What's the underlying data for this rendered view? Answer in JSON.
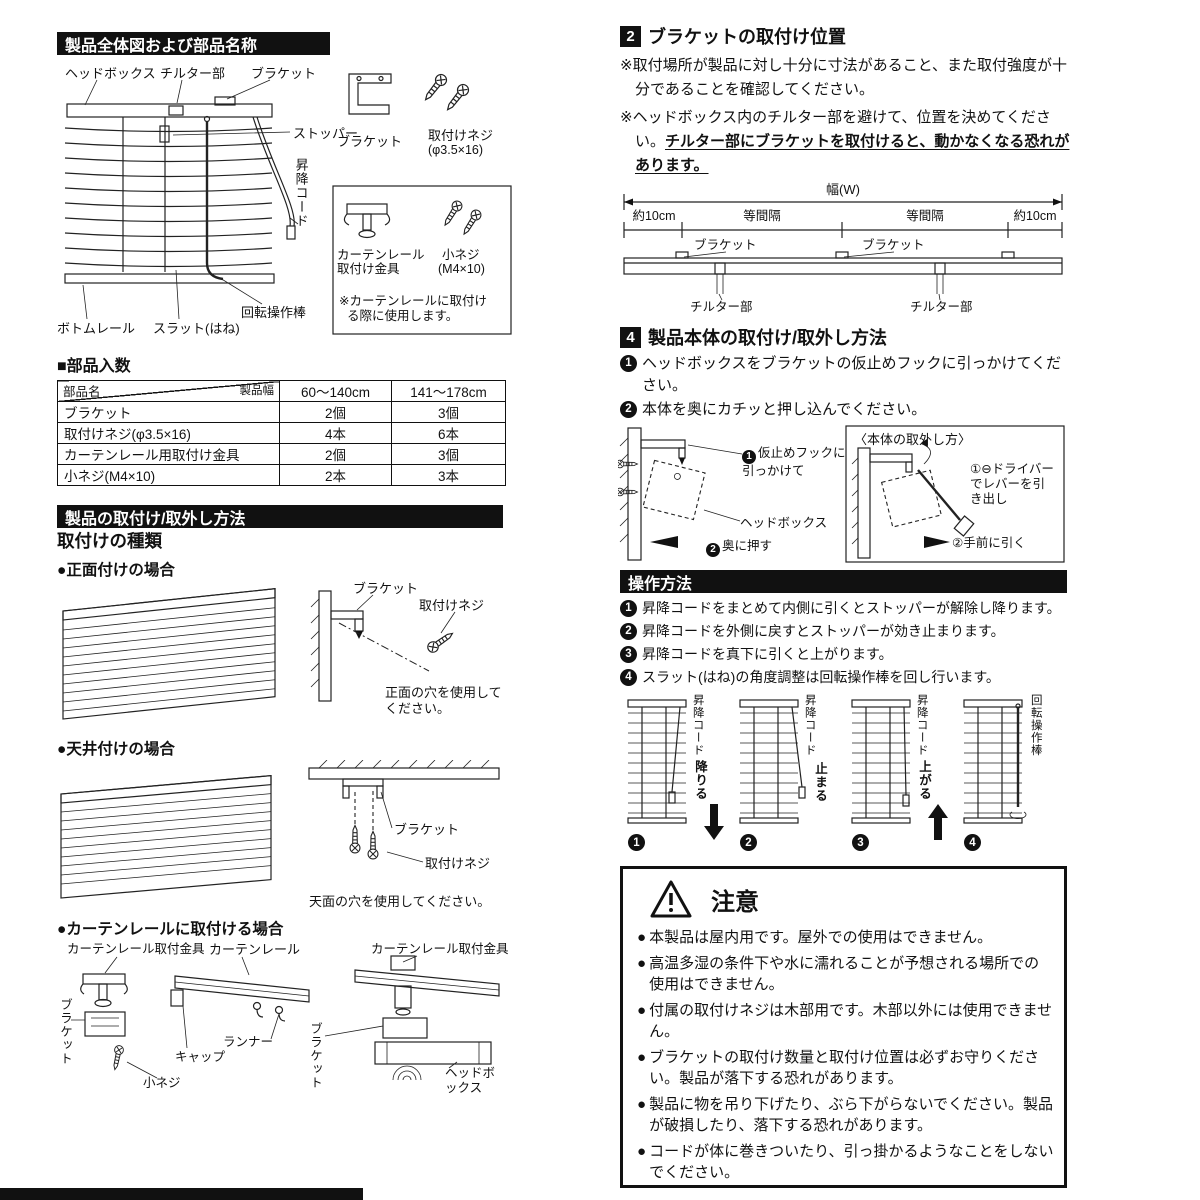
{
  "left": {
    "overview": {
      "title": "製品全体図および部品名称",
      "headbox": "ヘッドボックス",
      "tilter": "チルター部",
      "bracket": "ブラケット",
      "stopper": "ストッパー",
      "lift_cord": "昇降コード",
      "rotation_rod": "回転操作棒",
      "bottom_rail": "ボトムレール",
      "slat": "スラット(はね)",
      "part_bracket": "ブラケット",
      "part_screw": "取付けネジ",
      "part_screw_size": "(φ3.5×16)",
      "part_rail_fitting1": "カーテンレール",
      "part_rail_fitting2": "取付け金具",
      "part_small_screw": "小ネジ",
      "part_small_screw_size": "(M4×10)",
      "rail_note1": "※カーテンレールに取付け",
      "rail_note2": "る際に使用します。"
    },
    "parts_table": {
      "title": "■部品入数",
      "corner_top": "製品幅",
      "corner_bottom": "部品名",
      "col1": "60〜140cm",
      "col2": "141〜178cm",
      "rows": [
        {
          "name": "ブラケット",
          "v1": "2個",
          "v2": "3個"
        },
        {
          "name": "取付けネジ(φ3.5×16)",
          "v1": "4本",
          "v2": "6本"
        },
        {
          "name": "カーテンレール用取付け金具",
          "v1": "2個",
          "v2": "3個"
        },
        {
          "name": "小ネジ(M4×10)",
          "v1": "2本",
          "v2": "3本"
        }
      ]
    },
    "install": {
      "title": "製品の取付け/取外し方法",
      "subtitle": "取付けの種類",
      "front_heading": "●正面付けの場合",
      "front_bracket": "ブラケット",
      "front_screw": "取付けネジ",
      "front_note1": "正面の穴を使用して",
      "front_note2": "ください。",
      "ceiling_heading": "●天井付けの場合",
      "ceiling_bracket": "ブラケット",
      "ceiling_screw": "取付けネジ",
      "ceiling_note": "天面の穴を使用してください。",
      "rail_heading": "●カーテンレールに取付ける場合",
      "rail_fitting_left": "カーテンレール取付金具",
      "rail_label": "カーテンレール",
      "rail_bracket_left": "ブラケット",
      "rail_cap": "キャップ",
      "rail_runner": "ランナー",
      "rail_small_screw": "小ネジ",
      "rail_fitting_right": "カーテンレール取付金具",
      "rail_bracket_right": "ブラケット",
      "rail_headbox": "ヘッドボックス"
    }
  },
  "right": {
    "sec2": {
      "num": "2",
      "title": "ブラケットの取付け位置",
      "para1": "※取付場所が製品に対し十分に寸法があること、また取付強度が十分であることを確認してください。",
      "para2a": "※ヘッドボックス内のチルター部を避けて、位置を決めてください。",
      "para2b": "チルター部にブラケットを取付けると、動かなくなる恐れがあります。",
      "width_label": "幅(W)",
      "seg1": "約10cm",
      "seg2": "等間隔",
      "seg3": "等間隔",
      "seg4": "約10cm",
      "bracket1": "ブラケット",
      "bracket2": "ブラケット",
      "tilter1": "チルター部",
      "tilter2": "チルター部"
    },
    "sec4": {
      "num": "4",
      "title": "製品本体の取付け/取外し方法",
      "step1_num": "1",
      "step1": "ヘッドボックスをブラケットの仮止めフックに引っかけてください。",
      "step2_num": "2",
      "step2": "本体を奥にカチッと押し込んでください。",
      "hook_num": "1",
      "hook_label": "仮止めフックに引っかけて",
      "headbox_label": "ヘッドボックス",
      "push_num": "2",
      "push_label": "奥に押す",
      "removal_title": "〈本体の取外し方〉",
      "removal_step1": "①⊖ドライバーでレバーを引き出し",
      "removal_step2": "②手前に引く"
    },
    "ops": {
      "title": "操作方法",
      "steps": [
        {
          "num": "1",
          "text": "昇降コードをまとめて内側に引くとストッパーが解除し降ります。"
        },
        {
          "num": "2",
          "text": "昇降コードを外側に戻すとストッパーが効き止まります。"
        },
        {
          "num": "3",
          "text": "昇降コードを真下に引くと上がります。"
        },
        {
          "num": "4",
          "text": "スラット(はね)の角度調整は回転操作棒を回し行います。"
        }
      ],
      "diagrams": [
        {
          "num": "1",
          "cord": "昇降コード",
          "action": "降りる"
        },
        {
          "num": "2",
          "cord": "昇降コード",
          "action": "止まる"
        },
        {
          "num": "3",
          "cord": "昇降コード",
          "action": "上がる"
        },
        {
          "num": "4",
          "cord": "回転操作棒",
          "action": ""
        }
      ]
    },
    "caution": {
      "title": "注意",
      "bullet": "●",
      "items": [
        "本製品は屋内用です。屋外での使用はできません。",
        "高温多湿の条件下や水に濡れることが予想される場所での使用はできません。",
        "付属の取付けネジは木部用です。木部以外には使用できません。",
        "ブラケットの取付け数量と取付け位置は必ずお守りください。製品が落下する恐れがあります。",
        "製品に物を吊り下げたり、ぶら下がらないでください。製品が破損したり、落下する恐れがあります。",
        "コードが体に巻きついたり、引っ掛かるようなことをしないでください。"
      ]
    }
  }
}
